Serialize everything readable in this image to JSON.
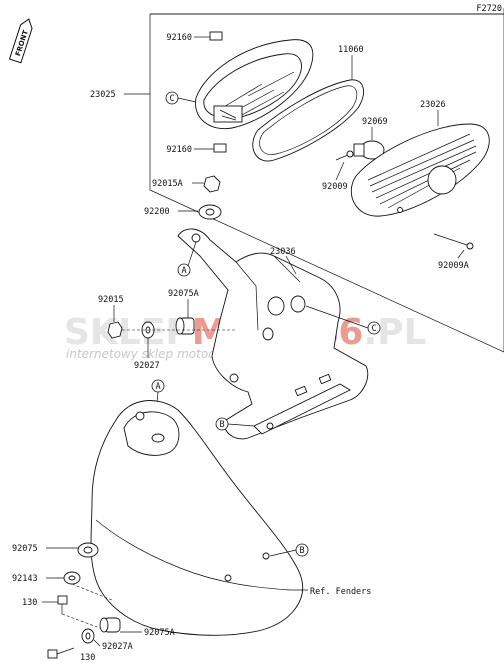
{
  "diagram_code": "F2720",
  "front_label": "FRONT",
  "watermark": {
    "brand_prefix": "SKLEP",
    "brand_middle": "MOTO",
    "brand_accent": "46",
    "brand_suffix": ".PL",
    "tagline": "internetowy sklep motocyklowy",
    "accent_color": "#e04a3a"
  },
  "labels": {
    "p92160_top": "92160",
    "p23025": "23025",
    "p11060": "11060",
    "p23026": "23026",
    "p92069": "92069",
    "p92160_bot": "92160",
    "p92009": "92009",
    "p92015A": "92015A",
    "p92200": "92200",
    "p23036": "23036",
    "p92009A": "92009A",
    "p92075A_mid": "92075A",
    "p92015": "92015",
    "p92027": "92027",
    "p92075": "92075",
    "p92143": "92143",
    "p130_a": "130",
    "p92075A_bot": "92075A",
    "p130_b": "130",
    "p92027A": "92027A",
    "ref_fenders": "Ref. Fenders"
  },
  "callouts": {
    "c_top": "C",
    "c_right": "C",
    "a_upper": "A",
    "a_lower": "A",
    "b_left": "B",
    "b_right": "B"
  }
}
